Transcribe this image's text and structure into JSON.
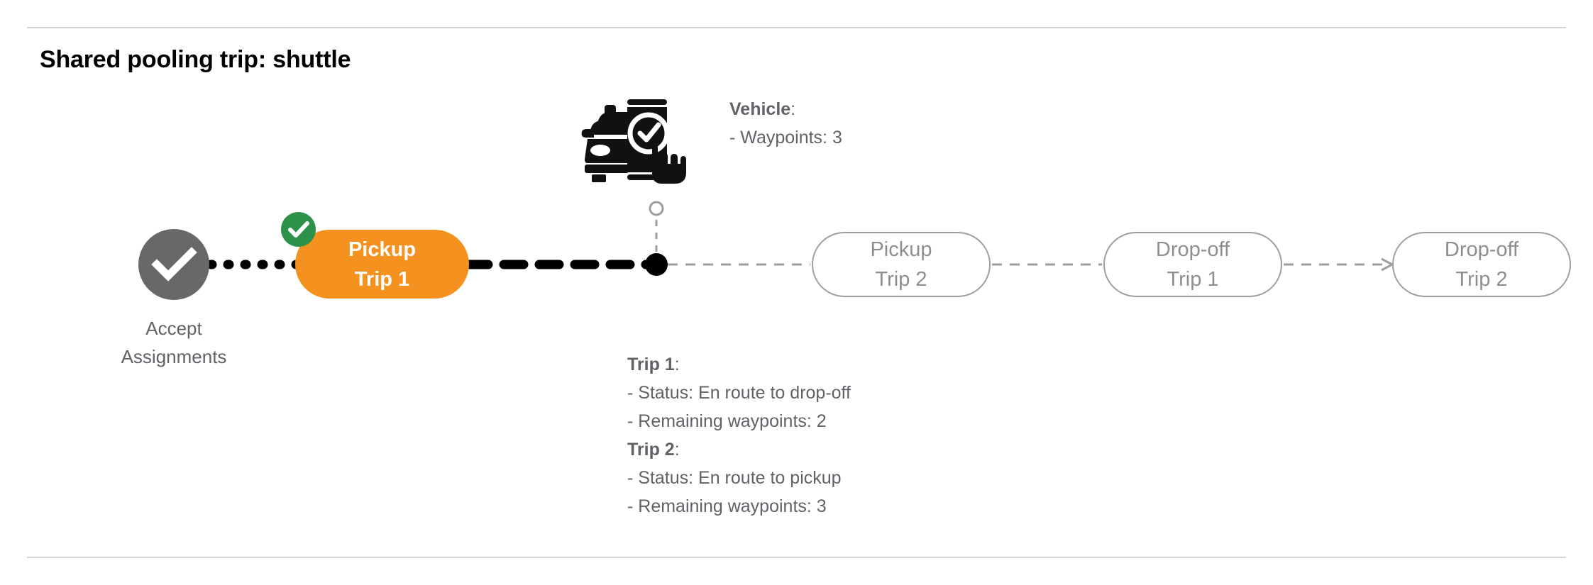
{
  "page": {
    "title": "Shared pooling trip: shuttle"
  },
  "colors": {
    "active_pill": "#F5911E",
    "check_badge": "#2E9149",
    "accept_node": "#686868",
    "outline_pill_border": "#9e9e9e",
    "muted_text": "#5f6368",
    "divider": "#d4d4d4",
    "active_connector": "#000000",
    "pending_connector": "#9e9e9e"
  },
  "diagram": {
    "accept_node": {
      "label": "Accept\nAssignments",
      "icon": "check-circle-icon",
      "state": "completed"
    },
    "active_step": {
      "line1": "Pickup",
      "line2": "Trip 1",
      "badge_icon": "check-badge-icon",
      "state": "completed"
    },
    "pending_steps": [
      {
        "line1": "Pickup",
        "line2": "Trip 2",
        "state": "pending"
      },
      {
        "line1": "Drop-off",
        "line2": "Trip 1",
        "state": "pending"
      },
      {
        "line1": "Drop-off",
        "line2": "Trip 2",
        "state": "pending"
      }
    ],
    "vehicle_marker": {
      "icon": "vehicle-phone-check-icon",
      "position_dot": "current-position-dot"
    }
  },
  "vehicle_info": {
    "heading": "Vehicle",
    "heading_suffix": ":",
    "waypoints_line": "- Waypoints: 3"
  },
  "trip_info": [
    {
      "heading": "Trip 1",
      "heading_suffix": ":",
      "status_line": "- Status:  En route to drop-off",
      "waypoints_line": "- Remaining waypoints: 2"
    },
    {
      "heading": "Trip 2",
      "heading_suffix": ":",
      "status_line": "- Status:  En route to pickup",
      "waypoints_line": "- Remaining waypoints: 3"
    }
  ]
}
